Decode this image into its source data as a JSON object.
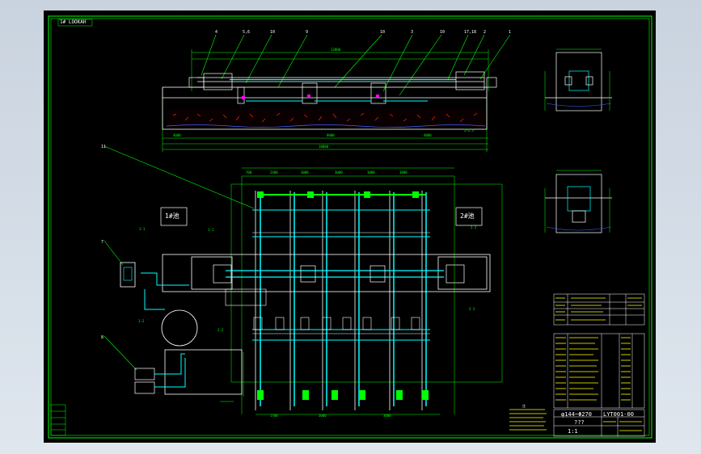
{
  "drawing": {
    "view_label": "1#  LOOKAH",
    "room_1": "1#池",
    "room_2": "2#池",
    "title_code": "LYT001-00",
    "spec_text": "φ144~Φ270",
    "unknown_text": "???",
    "scale_text": "1:1"
  },
  "colors": {
    "background": "#000000",
    "frame": "#00ff00",
    "structure": "#00ffff",
    "dimension": "#00ff00",
    "equipment": "#ffffff",
    "highlight": "#ff00ff",
    "soil": "#ff2020",
    "title_block": "#ffff00"
  }
}
